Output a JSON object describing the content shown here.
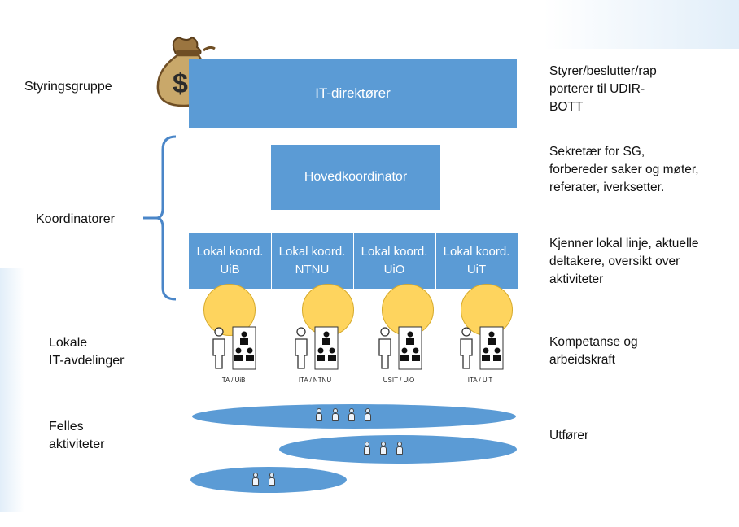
{
  "left_labels": {
    "styringsgruppe": "Styringsgruppe",
    "koordinatorer": "Koordinatorer",
    "lokale_it_1": "Lokale",
    "lokale_it_2": "IT-avdelinger",
    "felles_1": "Felles",
    "felles_2": "aktiviteter"
  },
  "boxes": {
    "it_direktorer": "IT-direktører",
    "hovedkoordinator": "Hovedkoordinator",
    "lokal": [
      {
        "line1": "Lokal koord.",
        "line2": "UiB"
      },
      {
        "line1": "Lokal koord.",
        "line2": "NTNU"
      },
      {
        "line1": "Lokal koord.",
        "line2": "UiO"
      },
      {
        "line1": "Lokal koord.",
        "line2": "UiT"
      }
    ]
  },
  "departments": [
    "ITA / UiB",
    "ITA / NTNU",
    "USIT / UiO",
    "ITA / UiT"
  ],
  "descriptions": {
    "styring": [
      "Styrer/beslutter/rap",
      "porterer til UDIR-",
      "BOTT"
    ],
    "hoved": [
      "Sekretær for SG,",
      "forbereder saker og møter,",
      "referater, iverksetter."
    ],
    "lokal": [
      "Kjenner lokal linje, aktuelle",
      "deltakere, oversikt over",
      "aktiviteter"
    ],
    "avdeling": [
      "Kompetanse og",
      "arbeidskraft"
    ],
    "felles": [
      "Utfører"
    ]
  },
  "icons": {
    "money_bag": "money-bag-icon",
    "people_group": "people-group-icon",
    "person": "person-icon"
  },
  "colors": {
    "box_blue": "#5b9bd5",
    "circle_yellow": "#fed45e",
    "bracket_blue": "#4a86c8"
  }
}
